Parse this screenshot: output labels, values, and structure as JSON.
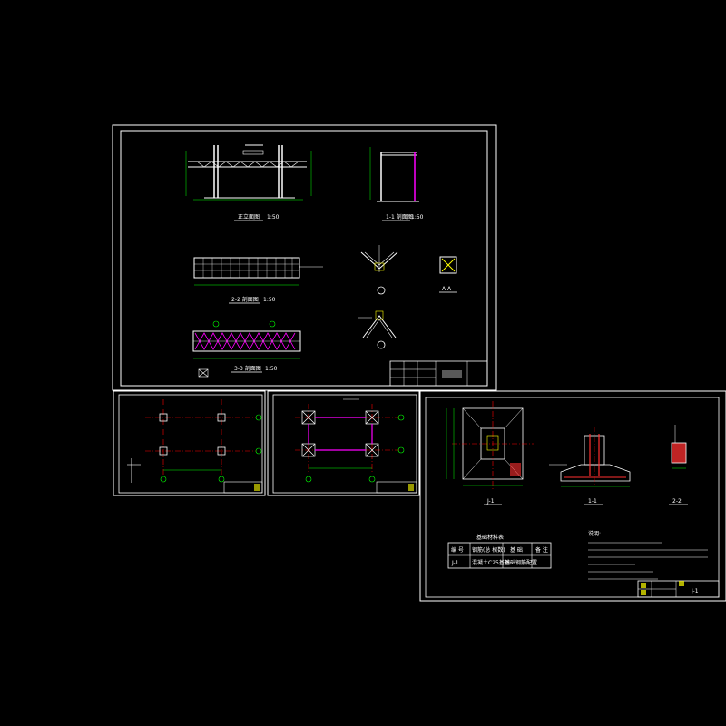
{
  "colors": {
    "background": "#000000",
    "border": "#ffffff",
    "member": "#ff00ff",
    "dim": "#00ff00",
    "text": "#ffffff",
    "label": "#ffff00",
    "axis": "#ff0000",
    "rebar": "#ff3030"
  },
  "sheet1": {
    "views": {
      "elevation": "正立面图",
      "section_1_1": "1-1 剖面图",
      "section_2_2": "2-2 剖面图",
      "section_3_3": "3-3 剖面图",
      "section_a_a": "A-A"
    },
    "scale": "1:50"
  },
  "sheet4": {
    "views": {
      "plan": "J-1",
      "section_1": "1-1",
      "section_2": "2-2"
    },
    "notes_title": "说明:",
    "table": {
      "title": "基础材料表",
      "headers": [
        "编 号",
        "钢筋(总 根数)",
        "基 础",
        "备 注"
      ],
      "rows": [
        [
          "J-1",
          "混凝土C25基础",
          "基础钢筋配置",
          ""
        ]
      ]
    },
    "title_block_mark": "J-1"
  }
}
